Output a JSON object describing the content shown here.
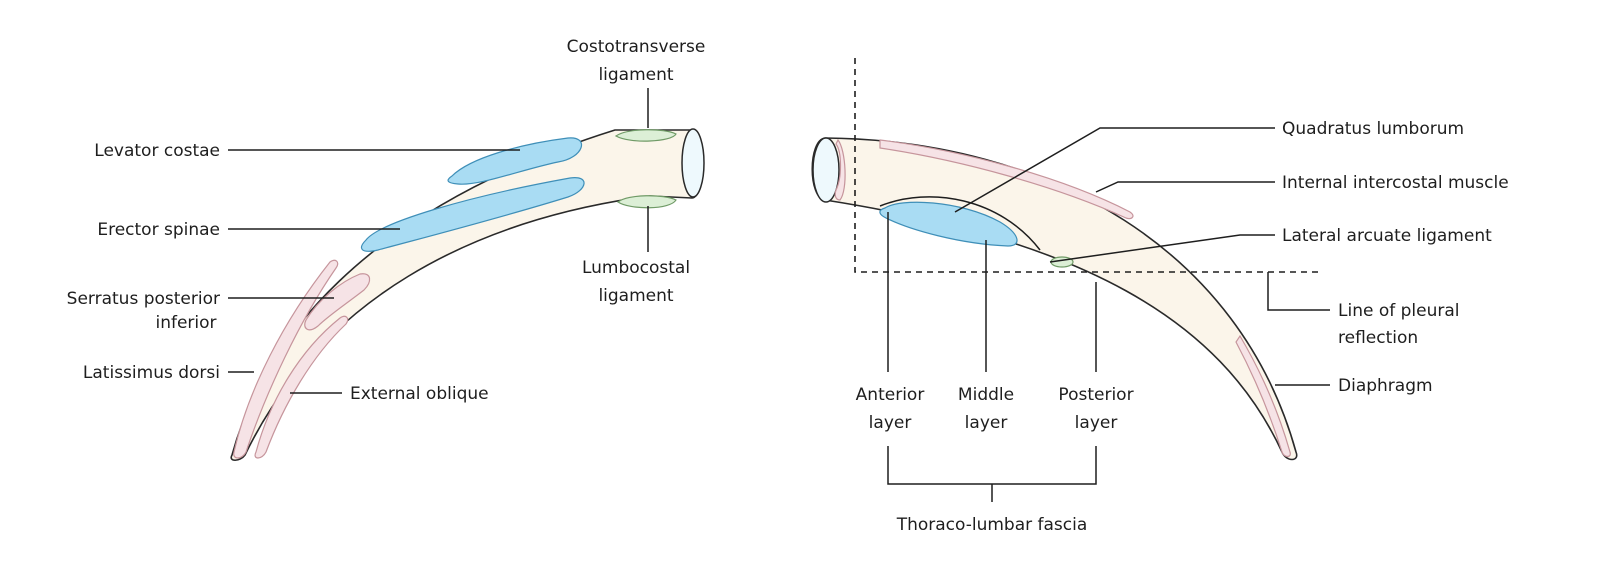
{
  "labels": {
    "costotransverse_1": "Costotransverse",
    "costotransverse_2": "ligament",
    "levator_costae": "Levator costae",
    "erector_spinae": "Erector spinae",
    "serratus_1": "Serratus posterior",
    "serratus_2": "inferior",
    "latissimus_dorsi": "Latissimus dorsi",
    "external_oblique": "External oblique",
    "lumbocostal_1": "Lumbocostal",
    "lumbocostal_2": "ligament",
    "quadratus_lumborum": "Quadratus lumborum",
    "internal_intercostal": "Internal intercostal muscle",
    "lateral_arcuate": "Lateral arcuate ligament",
    "pleural_1": "Line of pleural",
    "pleural_2": "reflection",
    "diaphragm": "Diaphragm",
    "anterior_1": "Anterior",
    "anterior_2": "layer",
    "middle_1": "Middle",
    "middle_2": "layer",
    "posterior_1": "Posterior",
    "posterior_2": "layer",
    "thoraco_lumbar": "Thoraco-lumbar fascia"
  },
  "colors": {
    "bone": "#fbf5ea",
    "muscle_attachment": "#a9dcf3",
    "ligament": "#dcefd6",
    "muscle_strip": "#f6e3e6"
  }
}
